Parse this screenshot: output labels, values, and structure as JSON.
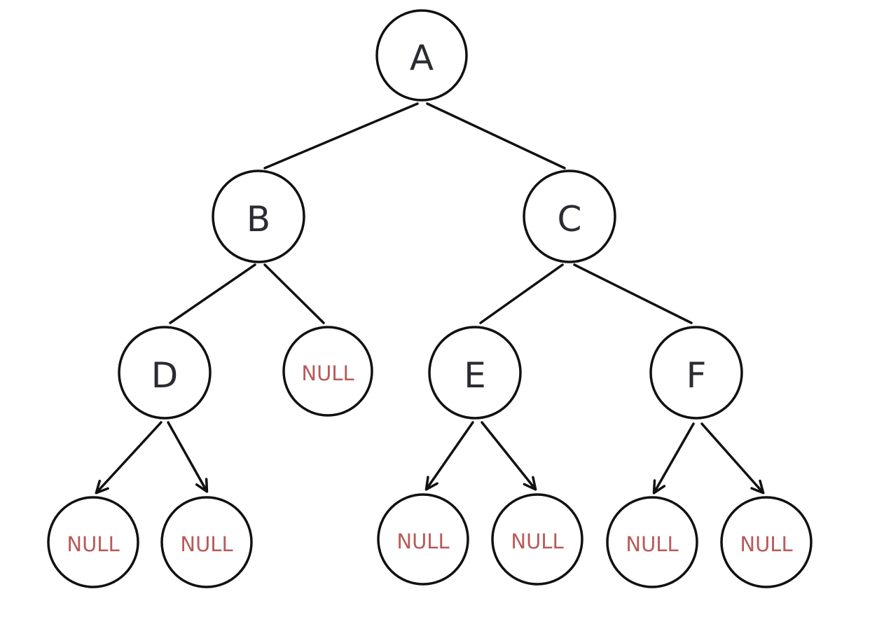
{
  "tree": {
    "colors": {
      "stroke": "#111111",
      "node_text": "#2b2b33",
      "null_text": "#b85a5a",
      "background": "#ffffff"
    },
    "nodes": {
      "A": "A",
      "B": "B",
      "C": "C",
      "D": "D",
      "E": "E",
      "F": "F",
      "B_right": "NULL",
      "D_left": "NULL",
      "D_right": "NULL",
      "E_left": "NULL",
      "E_right": "NULL",
      "F_left": "NULL",
      "F_right": "NULL"
    }
  }
}
